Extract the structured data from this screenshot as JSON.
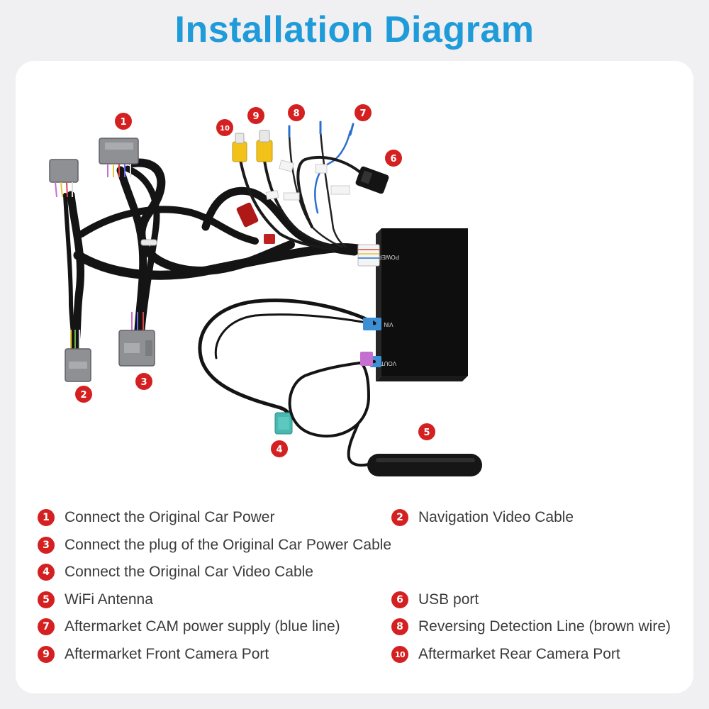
{
  "title": "Installation Diagram",
  "colors": {
    "title": "#1e9bd8",
    "badge": "#d42020",
    "card": "#ffffff",
    "background": "#f0f0f2",
    "cable": "#141414",
    "connector_gray": "#8e9094",
    "rca_yellow": "#f2c21a",
    "fakra_blue": "#3c8fd4",
    "fakra_teal": "#48b8b0"
  },
  "diagram_labels": [
    "1",
    "2",
    "3",
    "4",
    "5",
    "6",
    "7",
    "8",
    "9",
    "10"
  ],
  "box_labels": {
    "power": "POWER",
    "vin": "VIN",
    "vout": "VOUT"
  },
  "legend": [
    {
      "num": "1",
      "text": "Connect the Original Car Power"
    },
    {
      "num": "2",
      "text": "Navigation Video Cable"
    },
    {
      "num": "3",
      "text": "Connect the plug of the Original Car Power Cable"
    },
    {
      "num": "4",
      "text": "Connect the Original Car Video Cable"
    },
    {
      "num": "5",
      "text": "WiFi Antenna"
    },
    {
      "num": "6",
      "text": "USB port"
    },
    {
      "num": "7",
      "text": "Aftermarket CAM power supply (blue line)"
    },
    {
      "num": "8",
      "text": "Reversing Detection Line (brown wire)"
    },
    {
      "num": "9",
      "text": "Aftermarket Front Camera Port"
    },
    {
      "num": "10",
      "text": "Aftermarket Rear Camera Port"
    }
  ]
}
